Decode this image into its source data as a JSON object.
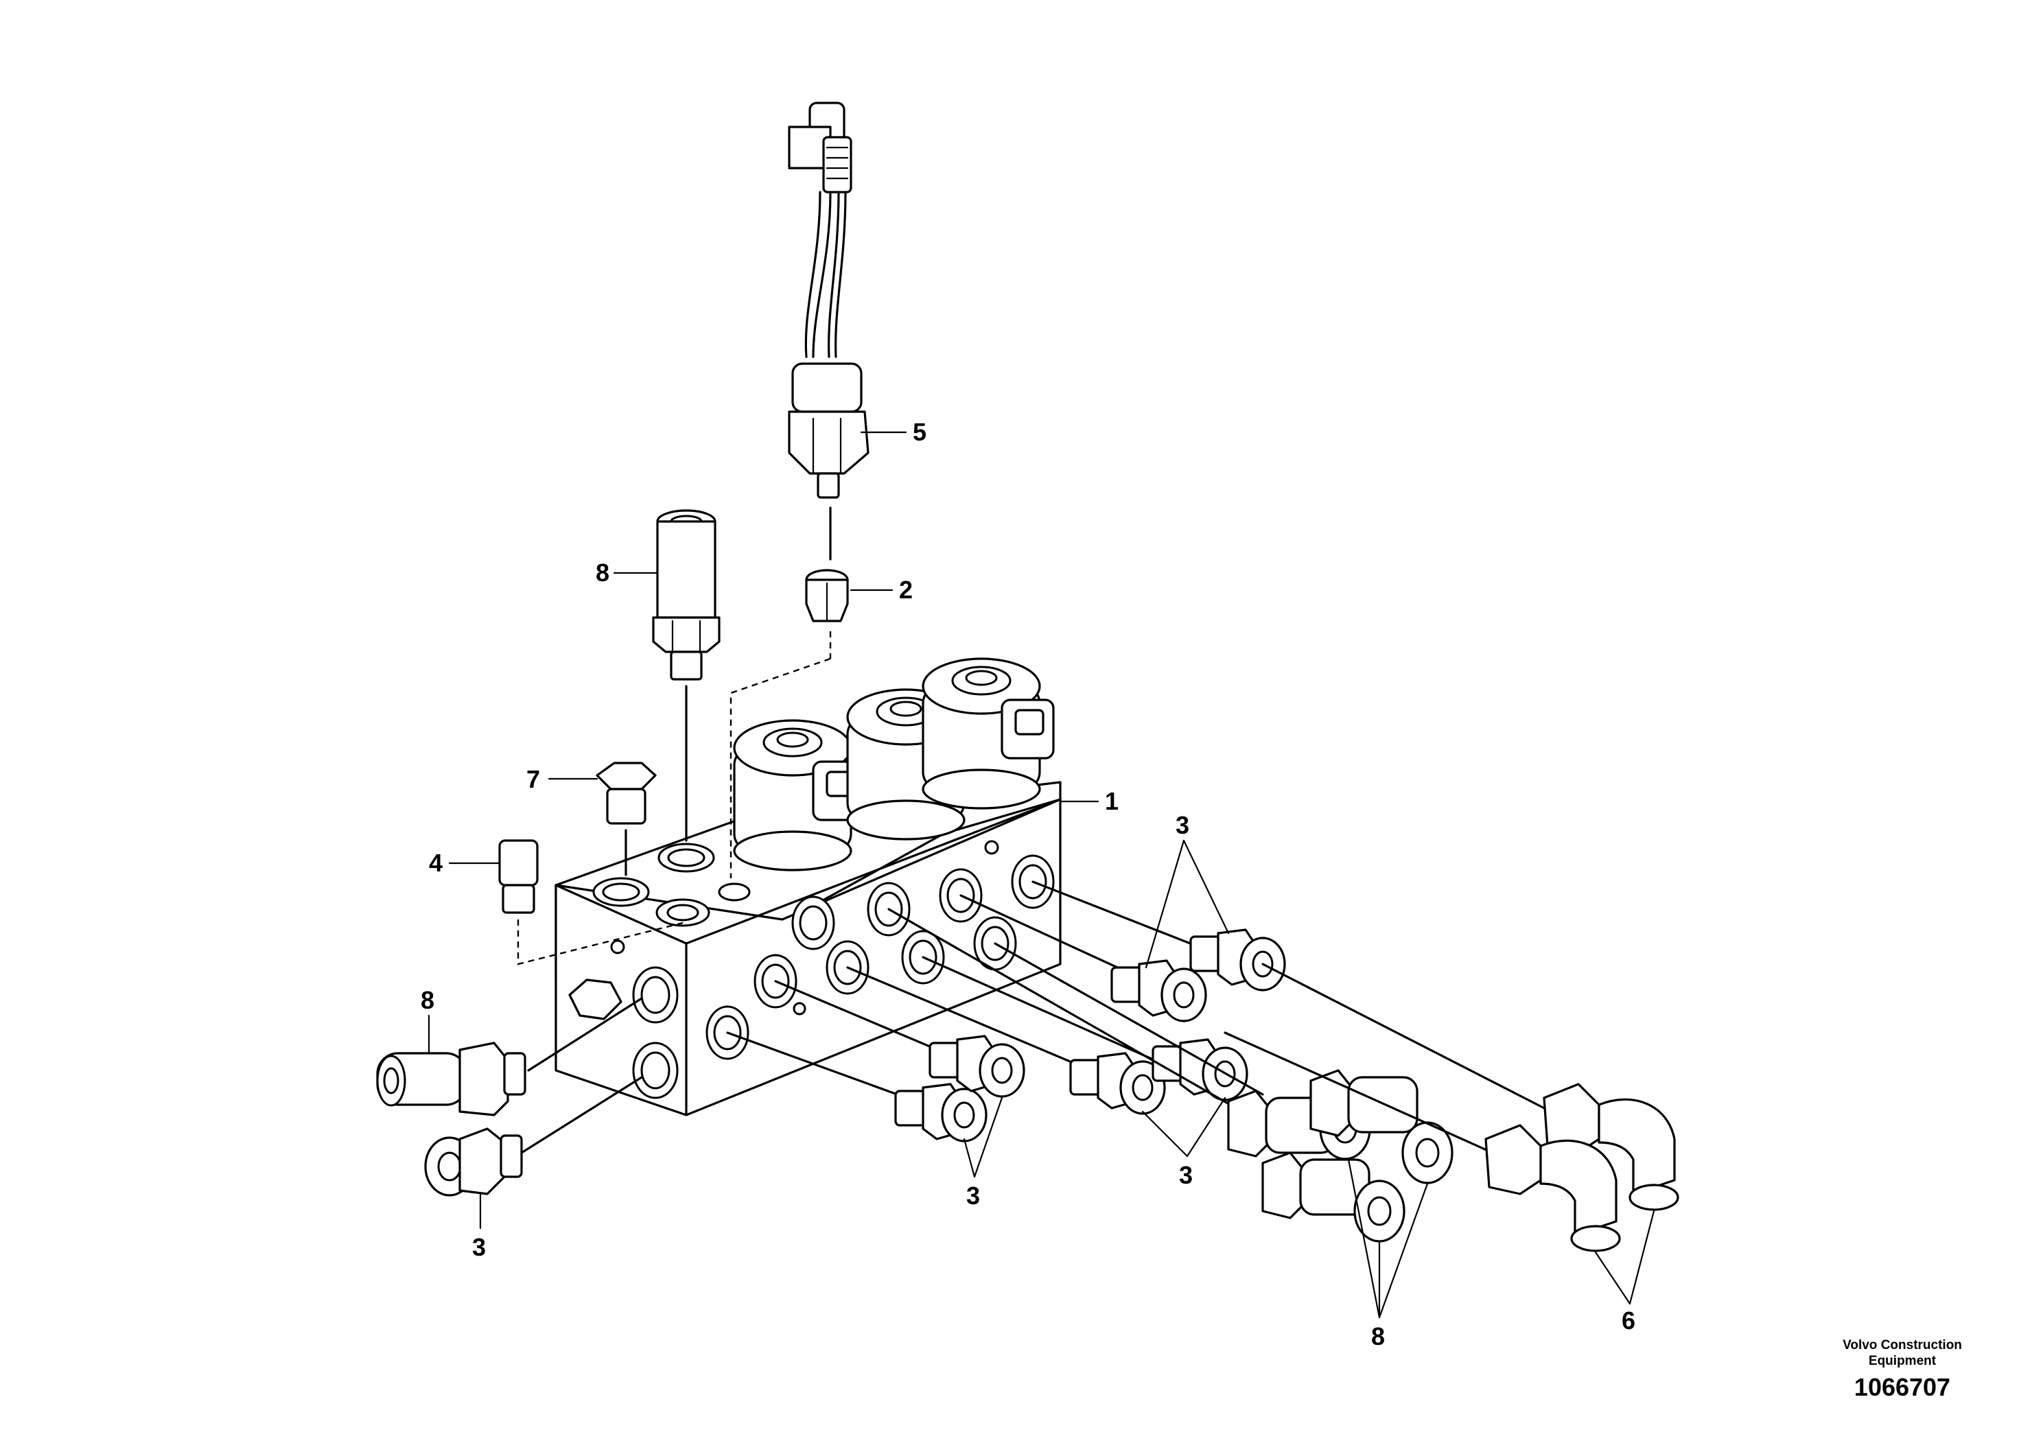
{
  "callouts": {
    "c1": "1",
    "c2": "2",
    "c3a": "3",
    "c3b": "3",
    "c3c": "3",
    "c3d": "3",
    "c4": "4",
    "c5": "5",
    "c6": "6",
    "c7": "7",
    "c8a": "8",
    "c8b": "8",
    "c8c": "8"
  },
  "footer": {
    "company": "Volvo Construction Equipment",
    "figure_number": "1066707"
  }
}
